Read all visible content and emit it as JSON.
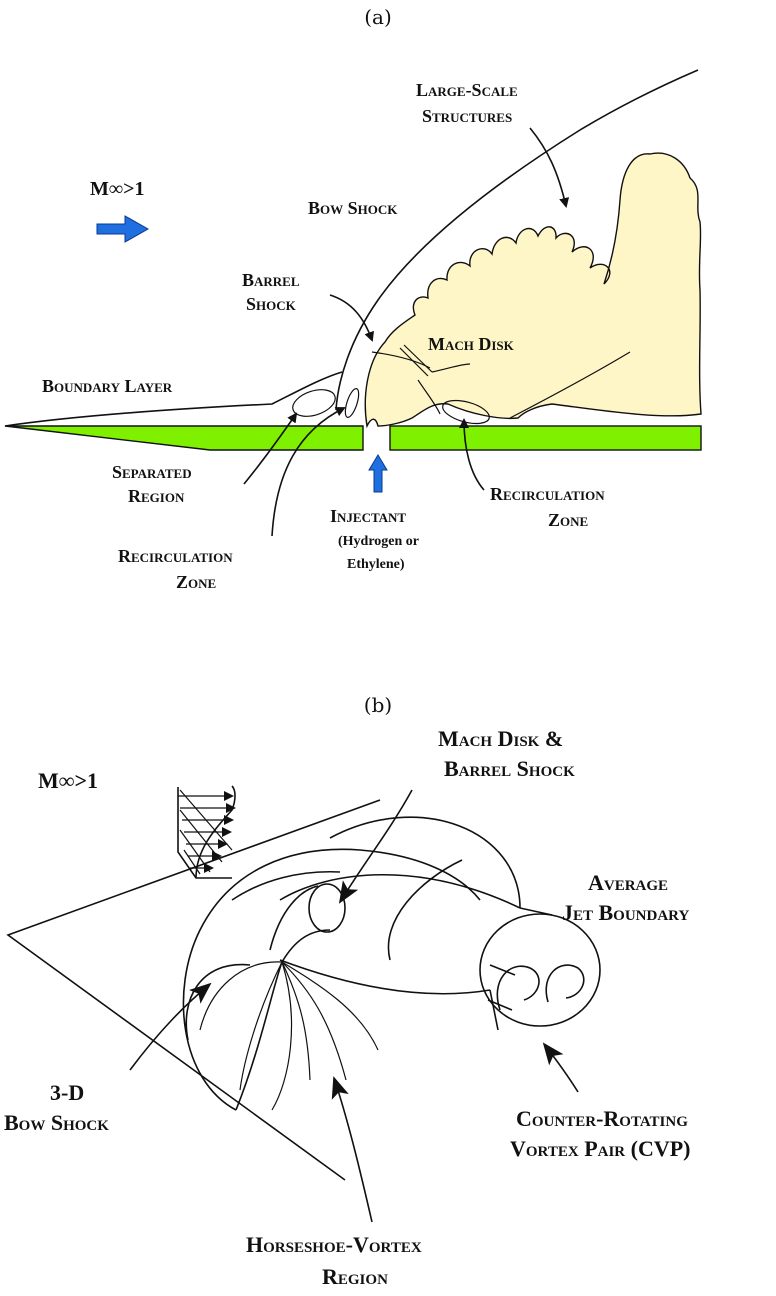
{
  "panel_a": {
    "caption": "(a)",
    "mach": "M∞>1",
    "large_scale_1": "Large-Scale",
    "large_scale_2": "Structures",
    "bow_shock": "Bow Shock",
    "barrel_1": "Barrel",
    "barrel_2": "Shock",
    "mach_disk": "Mach Disk",
    "boundary_layer": "Boundary Layer",
    "separated_1": "Separated",
    "separated_2": "Region",
    "injectant": "Injectant",
    "injectant_sub_1": "(Hydrogen or",
    "injectant_sub_2": "Ethylene)",
    "recirc_right_1": "Recirculation",
    "recirc_right_2": "Zone",
    "recirc_left_1": "Recirculation",
    "recirc_left_2": "Zone"
  },
  "panel_b": {
    "caption": "(b)",
    "mach": "M∞>1",
    "mach_disk_1": "Mach Disk &",
    "mach_disk_2": "Barrel Shock",
    "avg_jet_1": "Average",
    "avg_jet_2": "Jet Boundary",
    "bow3d_1": "3-D",
    "bow3d_2": "Bow Shock",
    "cvp_1": "Counter-Rotating",
    "cvp_2": "Vortex Pair (CVP)",
    "horseshoe_1": "Horseshoe-Vortex",
    "horseshoe_2": "Region"
  },
  "colors": {
    "plate": "#7ff000",
    "jet": "#fff6c8",
    "arrow": "#1f6fe0"
  }
}
